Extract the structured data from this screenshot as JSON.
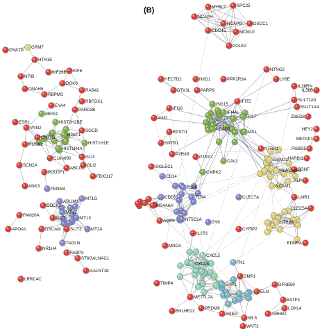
{
  "panel_b_label": "(B)",
  "colors": {
    "red": "#d9403a",
    "green": "#7fb04a",
    "blue": "#7f86cc",
    "yellow": "#dfcf7a",
    "teal": "#6fb7c7",
    "mint": "#8fd3b6",
    "edge": "#8a8a8a",
    "edge_dense": "#2e3a6a"
  },
  "nodes": [
    {
      "label": "CNA1D",
      "color": "red"
    },
    {
      "label": "GRM7",
      "color": "yellow"
    },
    {
      "label": "HTR1E",
      "color": "red"
    },
    {
      "label": "KIF26B",
      "color": "red"
    },
    {
      "label": "KIF6",
      "color": "red"
    },
    {
      "label": "NFIB",
      "color": "red"
    },
    {
      "label": "DOK6",
      "color": "red"
    },
    {
      "label": "RAB41",
      "color": "red"
    },
    {
      "label": "ONAH5",
      "color": "red"
    },
    {
      "label": "RBPMS",
      "color": "red"
    },
    {
      "label": "RBFOX1",
      "color": "red"
    },
    {
      "label": "EYA4",
      "color": "red"
    },
    {
      "label": "PARD3B",
      "color": "red"
    },
    {
      "label": "ESR1",
      "color": "red"
    },
    {
      "label": "MEIS1",
      "color": "green"
    },
    {
      "label": "VNN2",
      "color": "red"
    },
    {
      "label": "HIST2H2BE",
      "color": "green"
    },
    {
      "label": "SGCD",
      "color": "red"
    },
    {
      "label": "CNTN3",
      "color": "red"
    },
    {
      "label": "RUNX2",
      "color": "red"
    },
    {
      "label": "H3ST1",
      "color": "green"
    },
    {
      "label": "HIST1H4A",
      "color": "green"
    },
    {
      "label": "HIST1H1E",
      "color": "green"
    },
    {
      "label": "GLI3",
      "color": "red"
    },
    {
      "label": "SCN2A",
      "color": "red"
    },
    {
      "label": "C10orf90",
      "color": "red"
    },
    {
      "label": "POU5F1",
      "color": "red"
    },
    {
      "label": "ABCG2",
      "color": "red"
    },
    {
      "label": "GLI2",
      "color": "red"
    },
    {
      "label": "FBXO17",
      "color": "red"
    },
    {
      "label": "ANK3",
      "color": "red"
    },
    {
      "label": "TENM4",
      "color": "blue"
    },
    {
      "label": "DOCK1",
      "color": "red"
    },
    {
      "label": "ABLIM1",
      "color": "blue"
    },
    {
      "label": "MT1G",
      "color": "blue"
    },
    {
      "label": "FAM20A",
      "color": "red"
    },
    {
      "label": "DCC",
      "color": "red"
    },
    {
      "label": "MT1E",
      "color": "blue"
    },
    {
      "label": "MT1X",
      "color": "blue"
    },
    {
      "label": "APOA1",
      "color": "red"
    },
    {
      "label": "DSCAM",
      "color": "red"
    },
    {
      "label": "SLIT3",
      "color": "red"
    },
    {
      "label": "MT2A",
      "color": "blue"
    },
    {
      "label": "TAGLN",
      "color": "blue"
    },
    {
      "label": "FABP3",
      "color": "red"
    },
    {
      "label": "NR1H4",
      "color": "red"
    },
    {
      "label": "ST6GALNAC1",
      "color": "red"
    },
    {
      "label": "GALNT18",
      "color": "red"
    },
    {
      "label": "LRRC4C",
      "color": "red"
    },
    {
      "label": "MYBL2",
      "color": "red"
    },
    {
      "label": "SPC25",
      "color": "red"
    },
    {
      "label": "NCAPH",
      "color": "red"
    },
    {
      "label": "NCAPG",
      "color": "red"
    },
    {
      "label": "DSCC1",
      "color": "red"
    },
    {
      "label": "CDC45",
      "color": "red"
    },
    {
      "label": "MCM10",
      "color": "red"
    },
    {
      "label": "POLE2",
      "color": "red"
    },
    {
      "label": "NTNG2",
      "color": "red"
    },
    {
      "label": "HECTD2",
      "color": "red"
    },
    {
      "label": "NKD1",
      "color": "red"
    },
    {
      "label": "PPP2R3A",
      "color": "red"
    },
    {
      "label": "LY6E",
      "color": "red"
    },
    {
      "label": "DTX3L",
      "color": "red"
    },
    {
      "label": "PARP9",
      "color": "red"
    },
    {
      "label": "IL36RN",
      "color": "red"
    },
    {
      "label": "IL36B",
      "color": "red"
    },
    {
      "label": "SULT1A3",
      "color": "red"
    },
    {
      "label": "IFIT5",
      "color": "red"
    },
    {
      "label": "ISG15",
      "color": "green"
    },
    {
      "label": "IFI44L",
      "color": "green"
    },
    {
      "label": "IFI27",
      "color": "green"
    },
    {
      "label": "IFI16",
      "color": "red"
    },
    {
      "label": "AIM2",
      "color": "red"
    },
    {
      "label": "SULT1A4",
      "color": "red"
    },
    {
      "label": "ZBED8",
      "color": "red"
    },
    {
      "label": "HEY2",
      "color": "red"
    },
    {
      "label": "METAP1",
      "color": "red"
    },
    {
      "label": "PGBD5",
      "color": "red"
    },
    {
      "label": "EPSTI1",
      "color": "red"
    },
    {
      "label": "RSAD2",
      "color": "green"
    },
    {
      "label": "MX1",
      "color": "green"
    },
    {
      "label": "SNTB1",
      "color": "red"
    },
    {
      "label": "P2RX6",
      "color": "red"
    },
    {
      "label": "P2RX7",
      "color": "red"
    },
    {
      "label": "NTRK1",
      "color": "red"
    },
    {
      "label": "HARBI1",
      "color": "red"
    },
    {
      "label": "BDNF",
      "color": "red"
    },
    {
      "label": "CAV1",
      "color": "green"
    },
    {
      "label": "CMPK2",
      "color": "green"
    },
    {
      "label": "SIGLEC1",
      "color": "red"
    },
    {
      "label": "TRIM22",
      "color": "yellow"
    },
    {
      "label": "HLA-DQB1",
      "color": "yellow"
    },
    {
      "label": "RLP",
      "color": "red"
    },
    {
      "label": "CD14",
      "color": "blue"
    },
    {
      "label": "TLR6",
      "color": "blue"
    },
    {
      "label": "CD163",
      "color": "blue"
    },
    {
      "label": "TLR4",
      "color": "blue"
    },
    {
      "label": "CLEC7A",
      "color": "blue"
    },
    {
      "label": "NCAM1",
      "color": "yellow"
    },
    {
      "label": "LAIR1",
      "color": "red"
    },
    {
      "label": "MS4A6A",
      "color": "red"
    },
    {
      "label": "AQP9",
      "color": "red"
    },
    {
      "label": "NT5C1A",
      "color": "blue"
    },
    {
      "label": "SYK",
      "color": "blue"
    },
    {
      "label": "CYFIP2",
      "color": "red"
    },
    {
      "label": "CLEC5A",
      "color": "red"
    },
    {
      "label": "MNDA",
      "color": "red"
    },
    {
      "label": "IL1R1",
      "color": "red"
    },
    {
      "label": "HTR2B",
      "color": "yellow"
    },
    {
      "label": "EDNRA",
      "color": "red"
    },
    {
      "label": "CXCL5",
      "color": "mint"
    },
    {
      "label": "CXCL8",
      "color": "mint"
    },
    {
      "label": "FN1",
      "color": "teal"
    },
    {
      "label": "DMP1",
      "color": "red"
    },
    {
      "label": "TIMP4",
      "color": "red"
    },
    {
      "label": "METTL7A",
      "color": "red"
    },
    {
      "label": "ELN",
      "color": "red"
    },
    {
      "label": "DFNB59",
      "color": "red"
    },
    {
      "label": "BATF3",
      "color": "red"
    },
    {
      "label": "SPP1",
      "color": "teal"
    },
    {
      "label": "BHLHE22",
      "color": "red"
    },
    {
      "label": "PRDM8",
      "color": "red"
    },
    {
      "label": "AREG",
      "color": "red"
    },
    {
      "label": "WLS",
      "color": "red"
    },
    {
      "label": "AMHR2",
      "color": "red"
    },
    {
      "label": "LOXL4",
      "color": "red"
    },
    {
      "label": "WNT3",
      "color": "red"
    }
  ]
}
